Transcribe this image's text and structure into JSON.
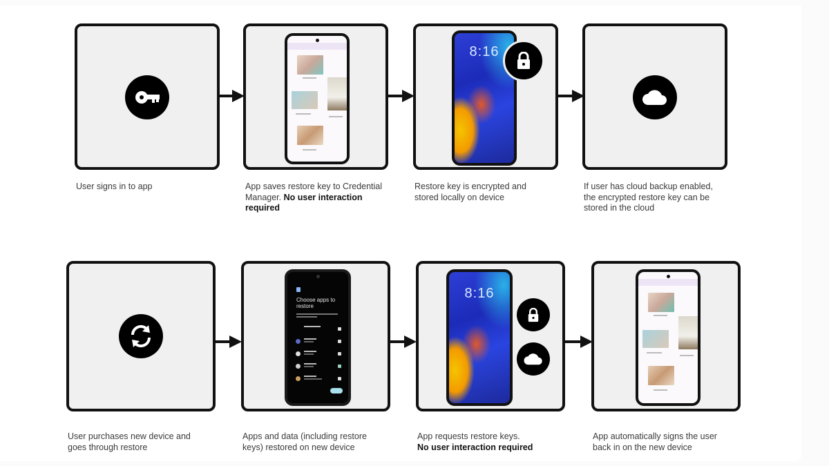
{
  "diagram": {
    "rows": [
      {
        "steps": [
          {
            "id": "sign-in",
            "visual": "key-icon",
            "caption": "User signs in to app",
            "caption_bold": ""
          },
          {
            "id": "save-key",
            "visual": "phone-app-gallery",
            "caption": "App saves restore key to Credential Manager.",
            "caption_bold": "No user interaction required"
          },
          {
            "id": "encrypt-local",
            "visual": "phone-lockscreen-with-lock-icon",
            "phone_clock": "8:16",
            "caption": "Restore key is encrypted and stored locally on device",
            "caption_bold": ""
          },
          {
            "id": "cloud-backup",
            "visual": "cloud-icon",
            "caption": "If user has cloud backup enabled, the encrypted restore key can be stored in the cloud",
            "caption_bold": ""
          }
        ]
      },
      {
        "steps": [
          {
            "id": "new-device",
            "visual": "sync-icon",
            "caption": "User purchases new device and goes through restore",
            "caption_bold": ""
          },
          {
            "id": "restore-apps",
            "visual": "phone-choose-apps-dark",
            "phone_title": "Choose apps to restore",
            "phone_app_count": 5,
            "caption": "Apps and data (including restore keys) restored on new device",
            "caption_bold": ""
          },
          {
            "id": "request-keys",
            "visual": "phone-lockscreen-with-lock-and-cloud-icons",
            "phone_clock": "8:16",
            "caption": "App requests restore keys.",
            "caption_bold": "No user interaction required"
          },
          {
            "id": "auto-sign-in",
            "visual": "phone-app-gallery",
            "caption": "App automatically signs the user back in on the new device",
            "caption_bold": ""
          }
        ]
      }
    ],
    "colors": {
      "box_fill": "#f0f0f0",
      "stroke": "#111111",
      "icon_bg": "#000000",
      "icon_fg": "#ffffff",
      "caption_text": "#3a3a3a",
      "wallpaper_blue": "#2d3fd6",
      "wallpaper_yellow": "#f5c400",
      "app_header": "#ede4f6"
    }
  }
}
